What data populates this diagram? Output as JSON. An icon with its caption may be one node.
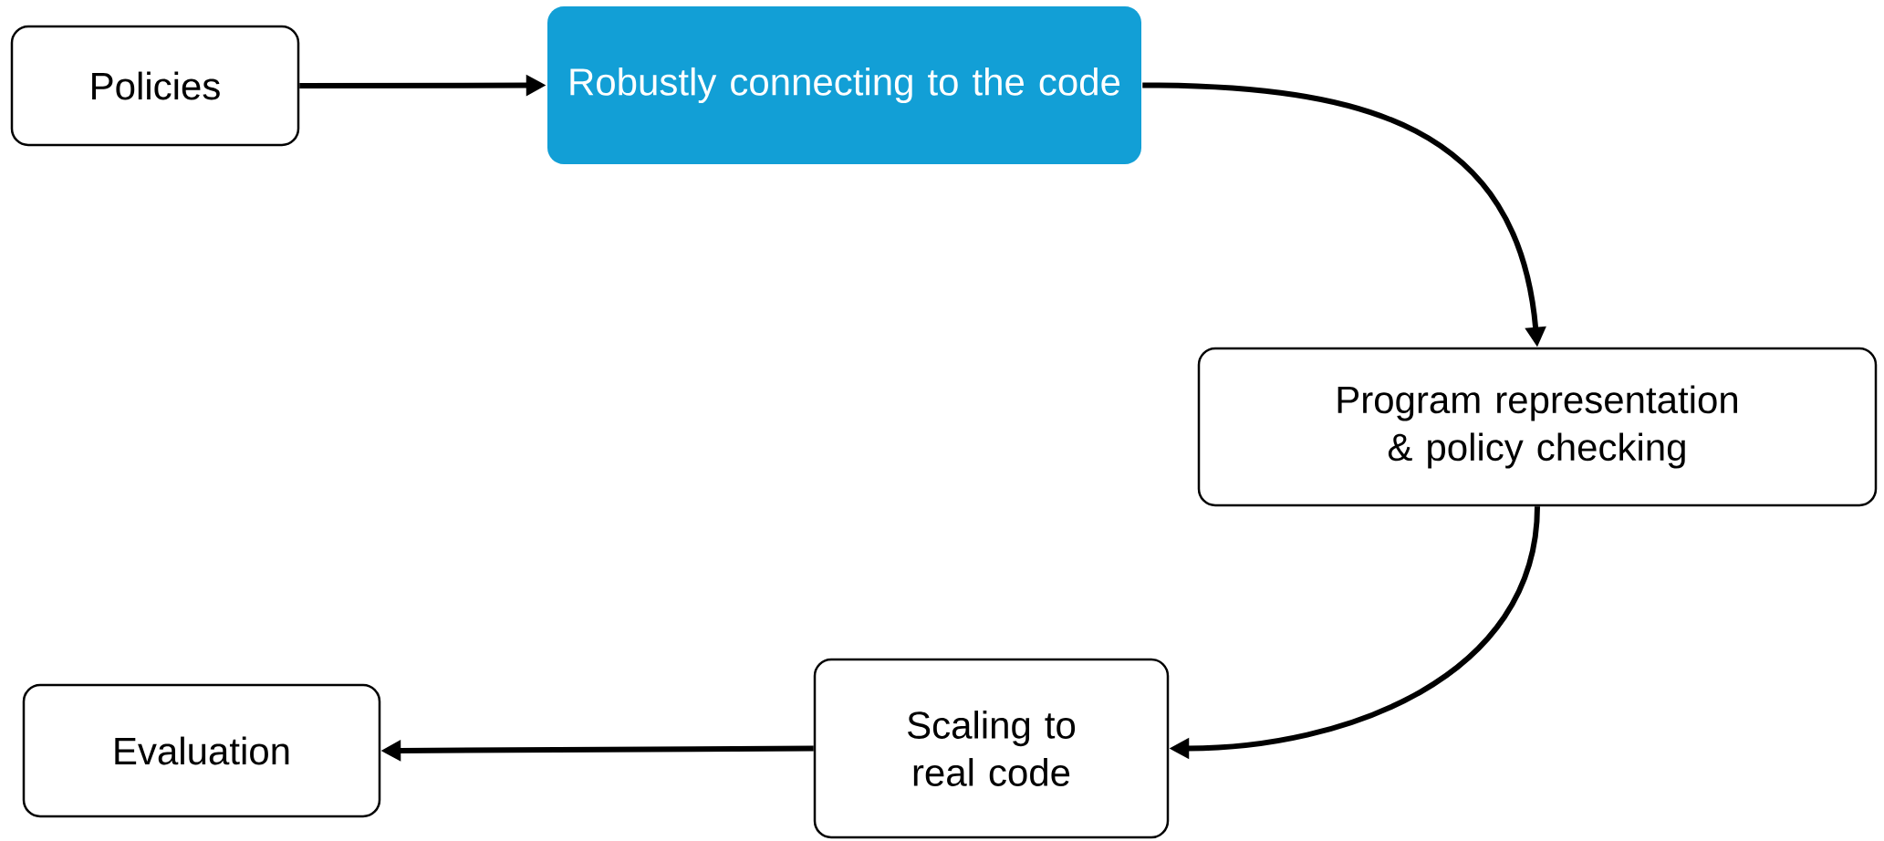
{
  "diagram": {
    "nodes": [
      {
        "text": [
          "Policies"
        ]
      },
      {
        "text": [
          "Robustly connecting to the code"
        ]
      },
      {
        "text": [
          "Program representation & policy checking"
        ]
      },
      {
        "text": [
          "Scaling to real code"
        ]
      },
      {
        "text": [
          "Evaluation"
        ]
      }
    ],
    "edges": [
      {
        "from": 0,
        "to": 1,
        "arrow": "to"
      },
      {
        "from": 1,
        "to": 2,
        "arrow": "to"
      },
      {
        "from": 2,
        "to": 3,
        "arrow": "to"
      },
      {
        "from": 3,
        "to": 4,
        "arrow": "to"
      }
    ]
  }
}
